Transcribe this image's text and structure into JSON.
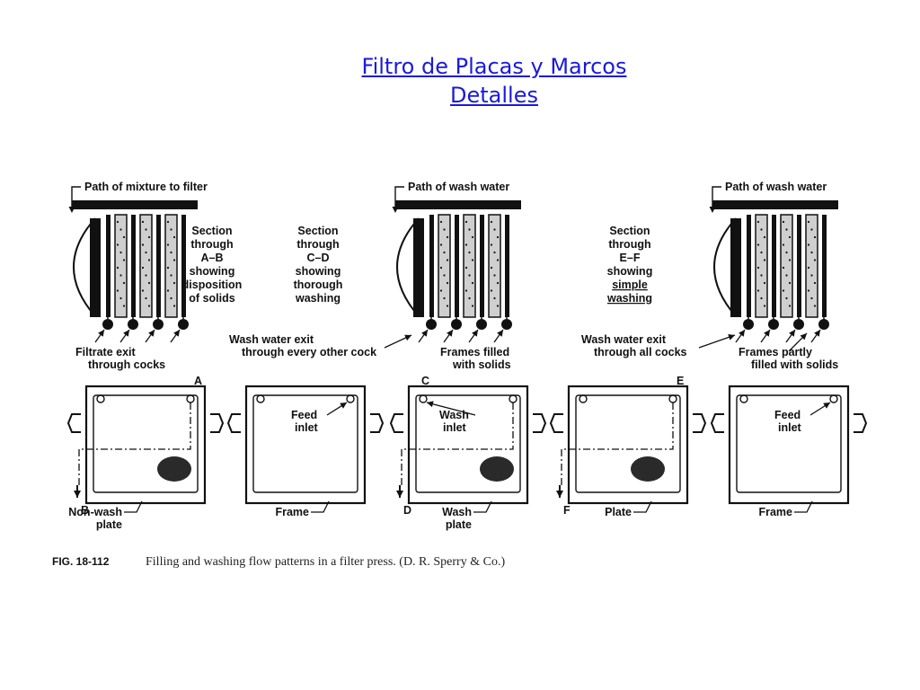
{
  "title": {
    "line1": "Filtro de Placas y Marcos",
    "line2": "Detalles"
  },
  "colors": {
    "title_link": "#1a1adc",
    "ink": "#111111",
    "paper": "#ffffff"
  },
  "sections": [
    {
      "path": "Path of mixture to filter",
      "desc": [
        "Section",
        "through",
        "A–B",
        "showing",
        "disposition",
        "of solids"
      ]
    },
    {
      "path": "Path of wash water",
      "desc": [
        "Section",
        "through",
        "C–D",
        "showing",
        "thorough",
        "washing"
      ]
    },
    {
      "path": "Path of wash water",
      "desc": [
        "Section",
        "through",
        "E–F",
        "showing",
        "simple",
        "washing"
      ]
    }
  ],
  "callouts": {
    "filtrate": [
      "Filtrate exit",
      "through cocks"
    ],
    "wash_every": [
      "Wash water exit",
      "through every other cock"
    ],
    "frames_filled": [
      "Frames filled",
      "with solids"
    ],
    "wash_all": [
      "Wash water exit",
      "through all cocks"
    ],
    "frames_partly": [
      "Frames partly",
      "filled with solids"
    ]
  },
  "plates": [
    {
      "kind": "plate",
      "corner": "A",
      "valve": "B",
      "name": [
        "Non-wash",
        "plate"
      ]
    },
    {
      "kind": "frame",
      "inlet": [
        "Feed",
        "inlet"
      ],
      "name": [
        "Frame"
      ]
    },
    {
      "kind": "plate",
      "corner": "C",
      "valve": "D",
      "inlet": [
        "Wash",
        "inlet"
      ],
      "name": [
        "Wash",
        "plate"
      ]
    },
    {
      "kind": "plate",
      "corner": "E",
      "valve": "F",
      "name": [
        "Plate"
      ]
    },
    {
      "kind": "frame",
      "inlet": [
        "Feed",
        "inlet"
      ],
      "name": [
        "Frame"
      ]
    }
  ],
  "caption": {
    "number": "FIG. 18-112",
    "text": "Filling and washing flow patterns in a filter press. (D. R. Sperry & Co.)"
  }
}
